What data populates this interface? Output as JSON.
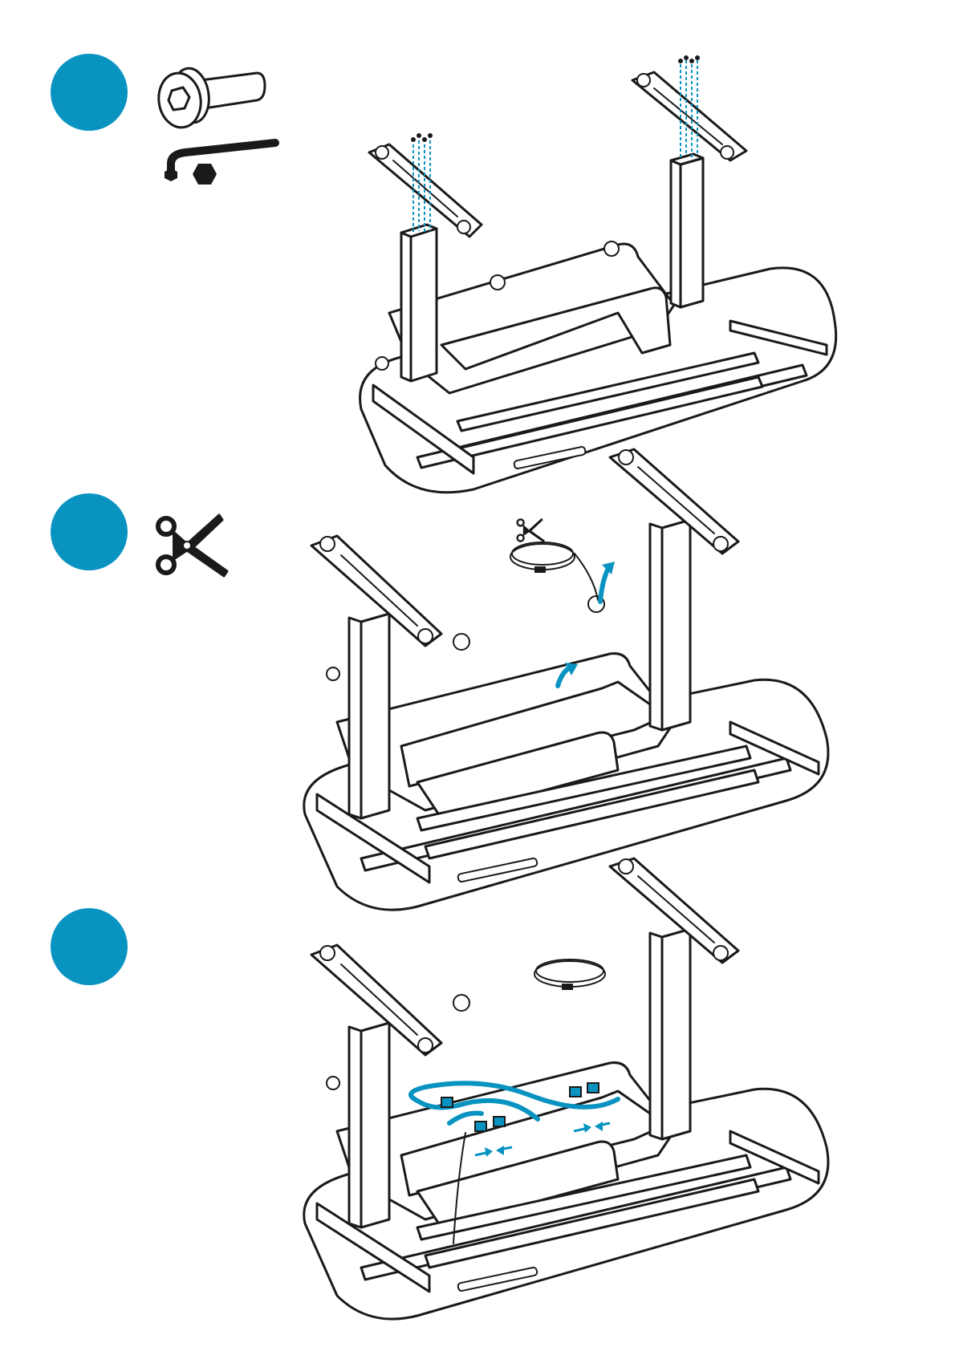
{
  "colors": {
    "accent": "#0993c1",
    "ink": "#1a1a1a",
    "paper": "#ffffff"
  },
  "steps": [
    {
      "number": "",
      "tools": [
        "hex-bolt-icon",
        "allen-key-icon",
        "hex-nut-icon"
      ],
      "illustration": "attach-feet-to-legs"
    },
    {
      "number": "",
      "tools": [
        "scissors-icon"
      ],
      "illustration": "cut-cable-tie-route-cable"
    },
    {
      "number": "",
      "tools": [],
      "illustration": "connect-cables"
    }
  ]
}
